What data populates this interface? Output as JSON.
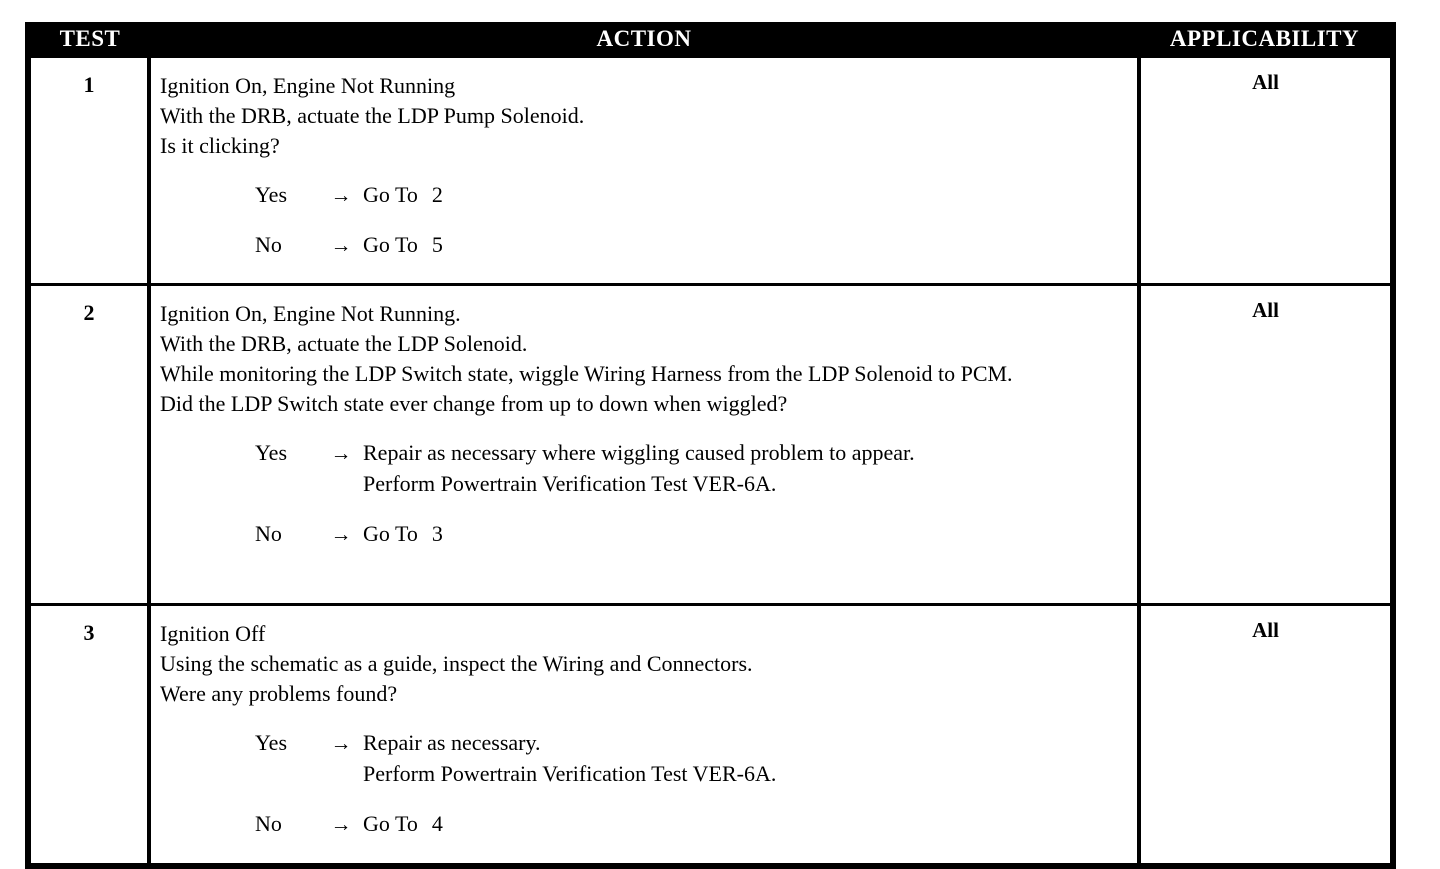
{
  "table": {
    "headers": {
      "test": "TEST",
      "action": "ACTION",
      "applicability": "APPLICABILITY"
    },
    "arrow_glyph": "→",
    "rows": [
      {
        "test": "1",
        "applicability": "All",
        "statements": [
          "Ignition On, Engine Not Running",
          "With the DRB, actuate the LDP Pump Solenoid.",
          "Is it clicking?"
        ],
        "branches": [
          {
            "label": "Yes",
            "lines": [
              "Go To"
            ],
            "goto": "2"
          },
          {
            "label": "No",
            "lines": [
              "Go To"
            ],
            "goto": "5"
          }
        ]
      },
      {
        "test": "2",
        "applicability": "All",
        "statements": [
          "Ignition On, Engine Not Running.",
          "With the DRB, actuate the LDP Solenoid.",
          "While monitoring the LDP Switch state, wiggle Wiring Harness from the LDP Solenoid to PCM.",
          "Did the LDP Switch state ever change from up to down when wiggled?"
        ],
        "justified_statement_index": 2,
        "branches": [
          {
            "label": "Yes",
            "lines": [
              "Repair as necessary where wiggling caused problem to appear.",
              "Perform Powertrain Verification Test VER-6A."
            ],
            "goto": ""
          },
          {
            "label": "No",
            "lines": [
              "Go To"
            ],
            "goto": "3"
          }
        ]
      },
      {
        "test": "3",
        "applicability": "All",
        "statements": [
          "Ignition Off",
          "Using the schematic as a guide, inspect the Wiring and Connectors.",
          "Were any problems found?"
        ],
        "branches": [
          {
            "label": "Yes",
            "lines": [
              "Repair as necessary.",
              "Perform Powertrain Verification Test VER-6A."
            ],
            "goto": ""
          },
          {
            "label": "No",
            "lines": [
              "Go To"
            ],
            "goto": "4"
          }
        ]
      }
    ]
  },
  "colors": {
    "header_background": "#000000",
    "header_text": "#ffffff",
    "border": "#000000",
    "page_background": "#ffffff",
    "body_text": "#000000"
  }
}
